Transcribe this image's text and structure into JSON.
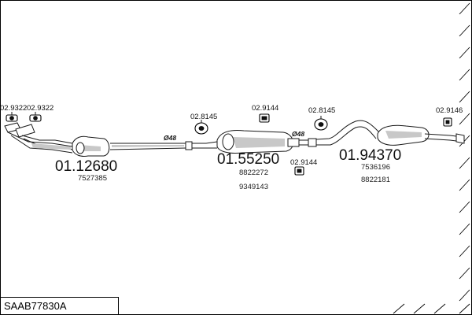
{
  "diagram": {
    "code_label": "SAAB77830A",
    "parts": {
      "front_silencer": {
        "number": "01.12680",
        "refs": [
          "7527385"
        ]
      },
      "centre_silencer": {
        "number": "01.55250",
        "refs": [
          "8822272",
          "9349143"
        ]
      },
      "rear_silencer": {
        "number": "01.94370",
        "refs": [
          "7536196",
          "8822181"
        ]
      }
    },
    "fittings": {
      "gasket_a": "02.9322",
      "gasket_b": "02.9322",
      "hanger_ring_front": "02.8145",
      "hanger_centre": "02.9144",
      "hanger_lower": "02.9144",
      "hanger_ring_rear": "02.8145",
      "hanger_rear": "02.9146"
    },
    "pipe_diameters": [
      "Ø48",
      "Ø48"
    ]
  }
}
